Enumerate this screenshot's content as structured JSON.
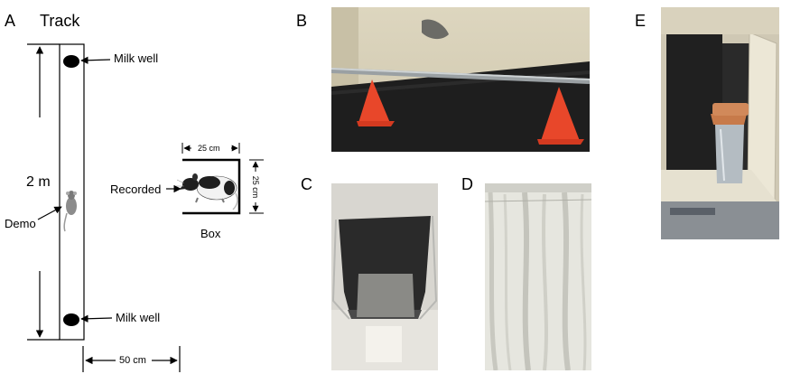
{
  "panels": {
    "a": {
      "label": "A",
      "title": "Track"
    },
    "b": {
      "label": "B"
    },
    "c": {
      "label": "C"
    },
    "d": {
      "label": "D"
    },
    "e": {
      "label": "E"
    }
  },
  "track": {
    "milk_well_top": "Milk well",
    "milk_well_bottom": "Milk well",
    "length_label": "2 m",
    "demo_label": "Demo",
    "width_label": "50 cm"
  },
  "box": {
    "recorded_label": "Recorded",
    "width_label": "25 cm",
    "height_label": "25 cm",
    "caption": "Box"
  },
  "colors": {
    "cone": "#e8472a",
    "floor": "#1e1e1e",
    "curtain": "#e6e6df",
    "panel_cream": "#ece7d6"
  }
}
